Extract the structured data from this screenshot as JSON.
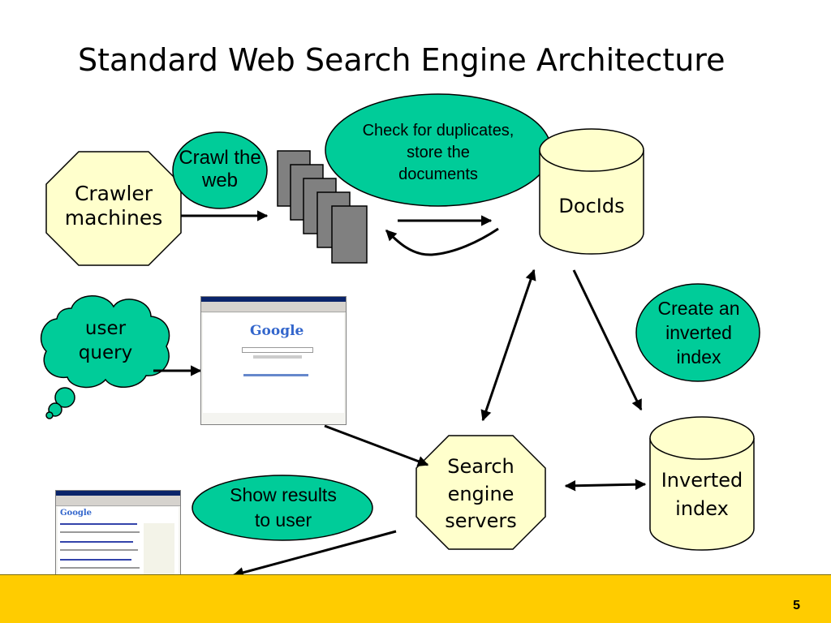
{
  "slide": {
    "title": "Standard Web Search Engine Architecture",
    "page_number": "5"
  },
  "nodes": {
    "crawler": {
      "lines": [
        "Crawler",
        "machines"
      ]
    },
    "crawl_web": {
      "lines": [
        "Crawl the",
        "web"
      ]
    },
    "check_duplicates": {
      "lines": [
        "Check for duplicates,",
        "store the",
        "documents"
      ]
    },
    "docids": {
      "lines": [
        "DocIds"
      ]
    },
    "user_query": {
      "lines": [
        "user",
        "query"
      ]
    },
    "create_index": {
      "lines": [
        "Create an",
        "inverted",
        "index"
      ]
    },
    "search_servers": {
      "lines": [
        "Search",
        "engine",
        "servers"
      ]
    },
    "inverted_index": {
      "lines": [
        "Inverted",
        "index"
      ]
    },
    "show_results": {
      "lines": [
        "Show results",
        "to user"
      ]
    }
  },
  "screenshots": {
    "search_page_logo": "Google",
    "results_page_logo": "Google"
  },
  "colors": {
    "bubble_fill": "#00cc99",
    "node_fill": "#ffffcc",
    "footer_band": "#ffcc00",
    "page_gray": "#808080"
  }
}
